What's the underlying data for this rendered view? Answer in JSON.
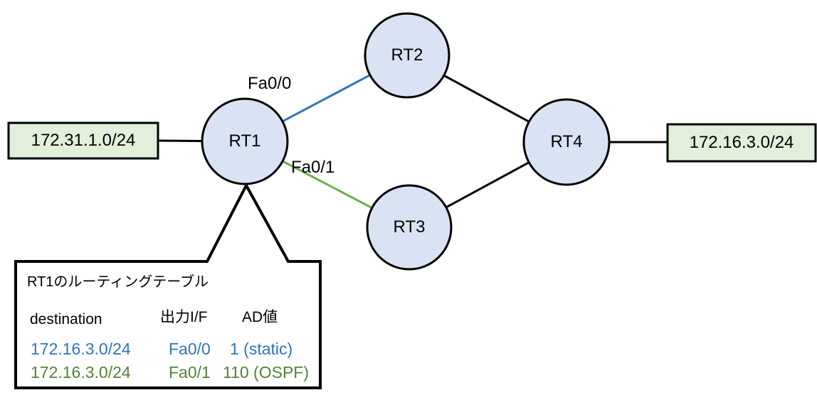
{
  "diagram": {
    "networks": [
      {
        "id": "net-left",
        "label": "172.31.1.0/24"
      },
      {
        "id": "net-right",
        "label": "172.16.3.0/24"
      }
    ],
    "routers": [
      {
        "id": "rt1",
        "label": "RT1"
      },
      {
        "id": "rt2",
        "label": "RT2"
      },
      {
        "id": "rt3",
        "label": "RT3"
      },
      {
        "id": "rt4",
        "label": "RT4"
      }
    ],
    "interface_labels": [
      {
        "id": "fa00",
        "label": "Fa0/0"
      },
      {
        "id": "fa01",
        "label": "Fa0/1"
      }
    ],
    "colors": {
      "node_fill": "#dae3f3",
      "network_fill": "#e2efda",
      "static_link_blue": "#2e75b6",
      "ospf_link_green": "#70ad47",
      "static_text_blue": "#2e75b6",
      "ospf_text_green": "#538135"
    }
  },
  "routing_table": {
    "title": "RT1のルーティングテーブル",
    "headers": [
      "destination",
      "出力I/F",
      "AD値"
    ],
    "rows": [
      {
        "destination": "172.16.3.0/24",
        "interface": "Fa0/0",
        "ad": "1 (static)",
        "protocol": "static"
      },
      {
        "destination": "172.16.3.0/24",
        "interface": "Fa0/1",
        "ad": "110 (OSPF)",
        "protocol": "ospf"
      }
    ]
  }
}
